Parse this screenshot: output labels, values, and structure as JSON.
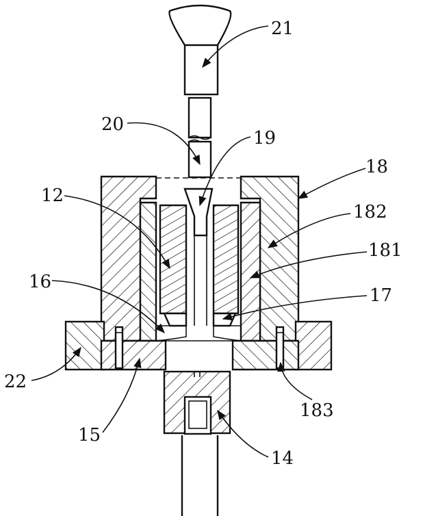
{
  "figure": {
    "labels": {
      "l21": "21",
      "l20": "20",
      "l19": "19",
      "l18": "18",
      "l12": "12",
      "l182": "182",
      "l181": "181",
      "l16": "16",
      "l17": "17",
      "l22": "22",
      "l183": "183",
      "l15": "15",
      "l14": "14"
    }
  }
}
